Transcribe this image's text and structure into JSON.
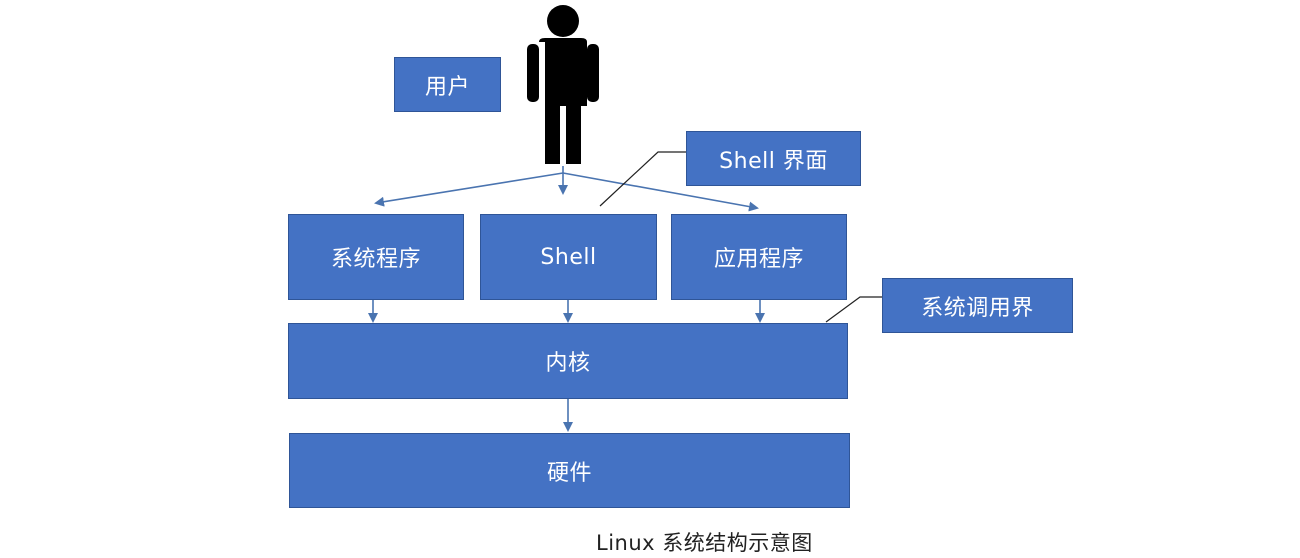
{
  "labels": {
    "user": "用户",
    "shell_interface": "Shell 界面",
    "system_programs": "系统程序",
    "shell": "Shell",
    "applications": "应用程序",
    "syscall_interface": "系统调用界",
    "kernel": "内核",
    "hardware": "硬件"
  },
  "caption": "Linux 系统结构示意图",
  "colors": {
    "box_fill": "#4472c4",
    "box_border": "#2f5597",
    "connector": "#4a74b0",
    "person": "#000000",
    "callout_line": "#222222"
  },
  "icons": {
    "user_figure": "person-icon"
  }
}
